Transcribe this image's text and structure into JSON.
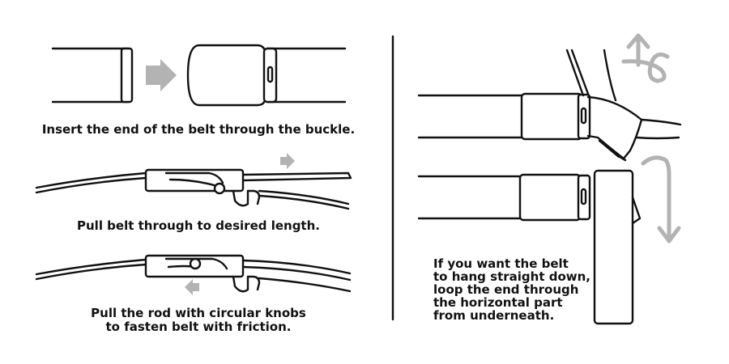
{
  "captions": {
    "step1": "Insert the end of the belt through the buckle.",
    "step2": "Pull belt through to desired length.",
    "step3_line1": "Pull the rod with circular knobs",
    "step3_line2": "to fasten belt with friction.",
    "step4_line1": "If you want the belt",
    "step4_line2": "to hang straight down,",
    "step4_line3": "loop the end through",
    "step4_line4": "the horizontal part",
    "step4_line5": "from underneath."
  },
  "colors": {
    "line": "#111111",
    "arrow": "#b3b3b3",
    "background": "#ffffff"
  },
  "icons": {
    "right_arrow": "gray-right-arrow-icon",
    "left_arrow": "gray-left-arrow-icon",
    "up_loop_arrow": "gray-up-loop-arrow-icon",
    "down_curve_arrow": "gray-down-curve-arrow-icon"
  }
}
